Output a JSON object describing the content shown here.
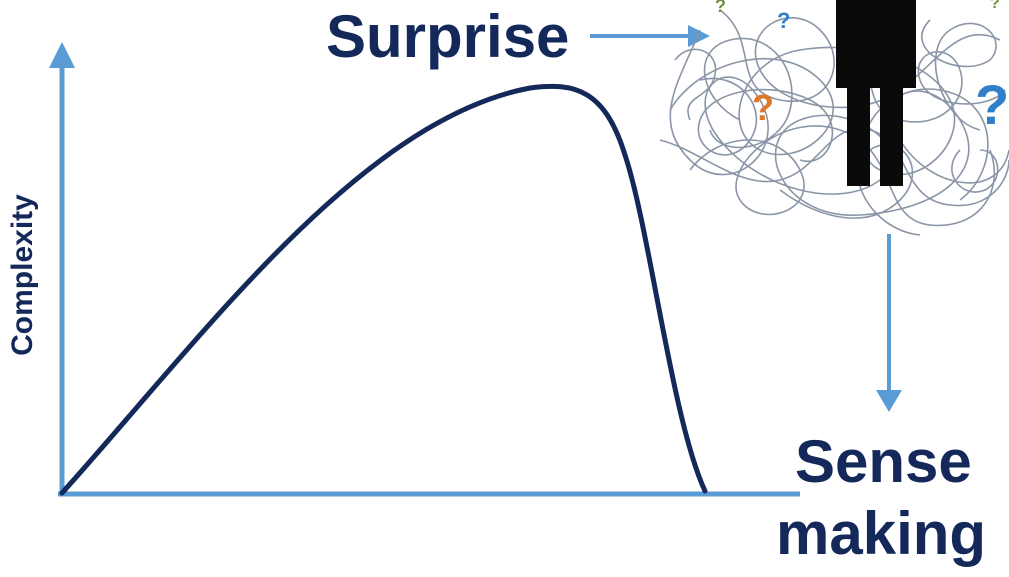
{
  "labels": {
    "surprise": "Surprise",
    "sense_line1": "Sense",
    "sense_line2": "making",
    "y_axis": "Complexity"
  },
  "colors": {
    "axis": "#5b9bd5",
    "curve": "#14285a",
    "text": "#14285a",
    "scribble": "#8a96a8",
    "figure": "#0a0a0a",
    "question_blue": "#2f7fc9",
    "question_orange": "#e0782a",
    "question_green": "#6f8f3a"
  },
  "illustration": {
    "icons": [
      "tangled-lines",
      "person-silhouette",
      "question-mark-icon"
    ]
  }
}
